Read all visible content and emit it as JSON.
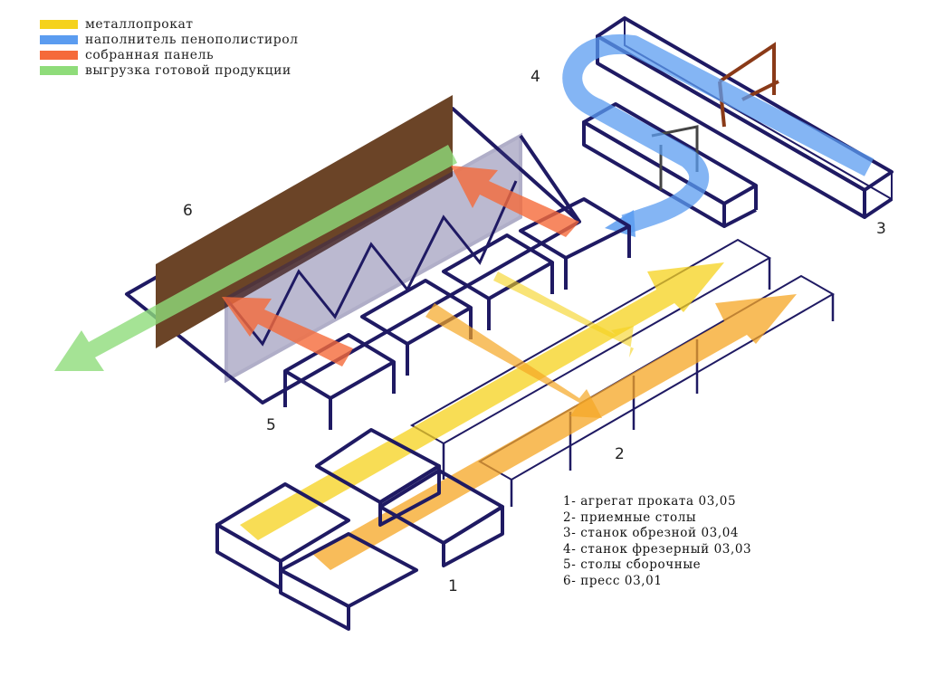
{
  "legend": [
    {
      "label": "металлопрокат",
      "color": "#f5d21c"
    },
    {
      "label": "наполнитель пенополистирол",
      "color": "#5b9cf0"
    },
    {
      "label": "собранная панель",
      "color": "#f56a3a"
    },
    {
      "label": "выгрузка готовой продукции",
      "color": "#8fdc7a"
    }
  ],
  "station_numbers": {
    "n1": "1",
    "n2": "2",
    "n3": "3",
    "n4": "4",
    "n5": "5",
    "n6": "6"
  },
  "stations": [
    "1- агрегат проката 03,05",
    "2- приемные столы",
    "3- станок обрезной 03,04",
    "4- станок фрезерный 03,03",
    "5- столы сборочные",
    "6- пресс 03,01"
  ],
  "colors": {
    "frame": "#1f1a63",
    "press_panel": "#6b4427",
    "cutter_frame": "#8a3a18",
    "orange_flow": "#f5a623"
  }
}
